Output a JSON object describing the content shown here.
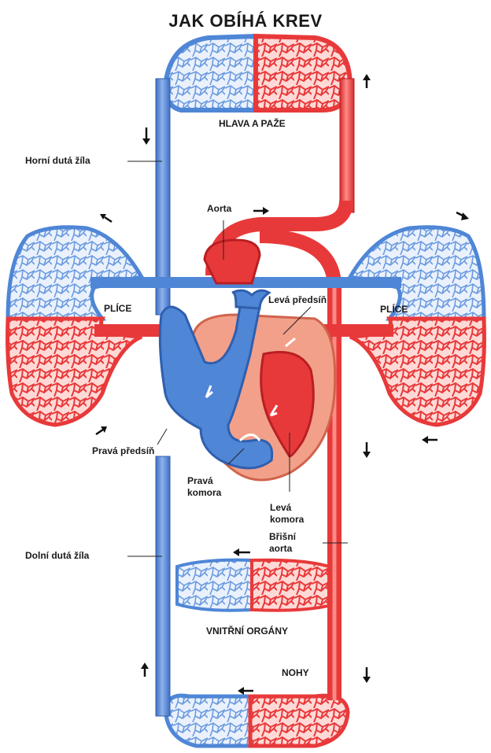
{
  "title": "JAK OBÍHÁ KREV",
  "regions": {
    "head_arms": "HLAVA A PAŽE",
    "lungs_left": "PLÍCE",
    "lungs_right": "PLÍCE",
    "organs": "VNITŘNÍ ORGÁNY",
    "legs": "NOHY"
  },
  "labels": {
    "superior_vena_cava": "Horní dutá žíla",
    "aorta": "Aorta",
    "left_atrium": "Levá předsíň",
    "right_atrium": "Pravá předsíň",
    "right_ventricle_1": "Pravá",
    "right_ventricle_2": "komora",
    "left_ventricle_1": "Levá",
    "left_ventricle_2": "komora",
    "abdominal_aorta_1": "Břišní",
    "abdominal_aorta_2": "aorta",
    "inferior_vena_cava": "Dolní dutá žíla"
  },
  "colors": {
    "oxygenated": "#e8393a",
    "deoxygenated": "#4f86d6",
    "capillary_red": "#f25a5a",
    "capillary_blue": "#8fb4ea",
    "heart_muscle": "#f2a08a",
    "label_text": "#1a1a1a"
  }
}
